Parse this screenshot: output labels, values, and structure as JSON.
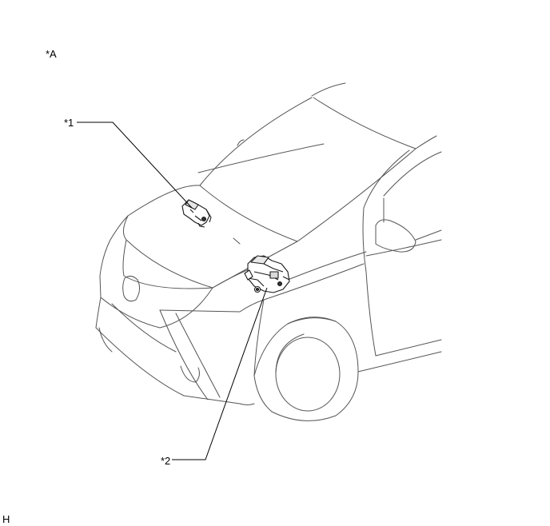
{
  "view_label": "*A",
  "callouts": [
    {
      "id": "1",
      "label": "*1",
      "part_icon": "control-module-icon"
    },
    {
      "id": "2",
      "label": "*2",
      "part_icon": "actuator-assembly-icon"
    }
  ],
  "corner_code": "H",
  "colors": {
    "line_art": "#555555",
    "leader": "#000000",
    "part_fill": "#ffffff"
  }
}
